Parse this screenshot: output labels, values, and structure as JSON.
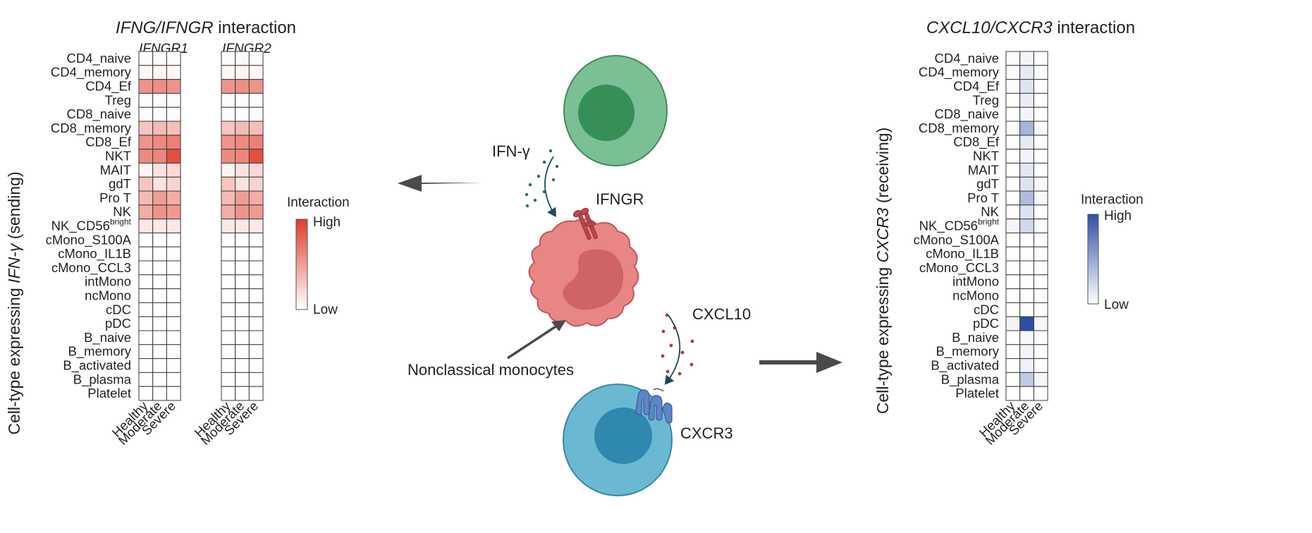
{
  "left": {
    "title_genes": "IFNG/IFNGR",
    "title_suffix": " interaction",
    "panel_labels": [
      "IFNGR1",
      "IFNGR2"
    ],
    "ylabel_pre": "Cell-type expressing ",
    "ylabel_gene": "IFN-γ",
    "ylabel_post": " (sending)",
    "legend_title": "Interaction",
    "legend_high": "High",
    "legend_low": "Low",
    "colors": {
      "low": "#ffffff",
      "high": "#e03c2b"
    }
  },
  "right": {
    "title_genes": "CXCL10/CXCR3",
    "title_suffix": " interaction",
    "ylabel_pre": "Cell-type expressing ",
    "ylabel_gene": "CXCR3",
    "ylabel_post": " (receiving)",
    "legend_title": "Interaction",
    "legend_high": "High",
    "legend_low": "Low",
    "colors": {
      "low": "#ffffff",
      "high": "#2f4ea8"
    }
  },
  "cell_types": [
    "CD4_naive",
    "CD4_memory",
    "CD4_Ef",
    "Treg",
    "CD8_naive",
    "CD8_memory",
    "CD8_Ef",
    "NKT",
    "MAIT",
    "gdT",
    "Pro T",
    "NK",
    "NK_CD56",
    "cMono_S100A",
    "cMono_IL1B",
    "cMono_CCL3",
    "intMono",
    "ncMono",
    "cDC",
    "pDC",
    "B_naive",
    "B_memory",
    "B_activated",
    "B_plasma",
    "Platelet"
  ],
  "superscript": {
    "row": 12,
    "text": "bright"
  },
  "conditions": [
    "Healthy",
    "Moderate",
    "Severe"
  ],
  "diagram": {
    "ifng": "IFN-γ",
    "ifngr": "IFNGR",
    "cxcl10": "CXCL10",
    "cxcr3": "CXCR3",
    "monocytes": "Nonclassical monocytes"
  },
  "chart_data": [
    {
      "type": "heatmap",
      "title": "IFNG/IFNGR interaction",
      "panel": "IFNGR1",
      "ylabel": "Cell-type expressing IFN-γ (sending)",
      "rows": [
        "CD4_naive",
        "CD4_memory",
        "CD4_Ef",
        "Treg",
        "CD8_naive",
        "CD8_memory",
        "CD8_Ef",
        "NKT",
        "MAIT",
        "gdT",
        "Pro T",
        "NK",
        "NK_CD56bright",
        "cMono_S100A",
        "cMono_IL1B",
        "cMono_CCL3",
        "intMono",
        "ncMono",
        "cDC",
        "pDC",
        "B_naive",
        "B_memory",
        "B_activated",
        "B_plasma",
        "Platelet"
      ],
      "columns": [
        "Healthy",
        "Moderate",
        "Severe"
      ],
      "scale": "relative, 0 (Low) to 1 (High)",
      "values": [
        [
          0.02,
          0.03,
          0.02
        ],
        [
          0.04,
          0.05,
          0.04
        ],
        [
          0.55,
          0.58,
          0.55
        ],
        [
          0.02,
          0.02,
          0.02
        ],
        [
          0.02,
          0.02,
          0.02
        ],
        [
          0.3,
          0.35,
          0.33
        ],
        [
          0.55,
          0.6,
          0.65
        ],
        [
          0.6,
          0.62,
          0.9
        ],
        [
          0.06,
          0.15,
          0.2
        ],
        [
          0.3,
          0.15,
          0.22
        ],
        [
          0.35,
          0.5,
          0.42
        ],
        [
          0.42,
          0.55,
          0.52
        ],
        [
          0.12,
          0.12,
          0.12
        ],
        [
          0,
          0,
          0
        ],
        [
          0,
          0,
          0
        ],
        [
          0,
          0,
          0
        ],
        [
          0,
          0,
          0
        ],
        [
          0,
          0,
          0
        ],
        [
          0,
          0,
          0
        ],
        [
          0,
          0,
          0
        ],
        [
          0,
          0,
          0
        ],
        [
          0,
          0,
          0
        ],
        [
          0,
          0,
          0
        ],
        [
          0,
          0,
          0
        ],
        [
          0,
          0,
          0
        ]
      ]
    },
    {
      "type": "heatmap",
      "title": "IFNG/IFNGR interaction",
      "panel": "IFNGR2",
      "ylabel": "Cell-type expressing IFN-γ (sending)",
      "rows": [
        "CD4_naive",
        "CD4_memory",
        "CD4_Ef",
        "Treg",
        "CD8_naive",
        "CD8_memory",
        "CD8_Ef",
        "NKT",
        "MAIT",
        "gdT",
        "Pro T",
        "NK",
        "NK_CD56bright",
        "cMono_S100A",
        "cMono_IL1B",
        "cMono_CCL3",
        "intMono",
        "ncMono",
        "cDC",
        "pDC",
        "B_naive",
        "B_memory",
        "B_activated",
        "B_plasma",
        "Platelet"
      ],
      "columns": [
        "Healthy",
        "Moderate",
        "Severe"
      ],
      "scale": "relative, 0 (Low) to 1 (High)",
      "values": [
        [
          0.02,
          0.03,
          0.02
        ],
        [
          0.04,
          0.05,
          0.04
        ],
        [
          0.55,
          0.58,
          0.55
        ],
        [
          0.02,
          0.02,
          0.02
        ],
        [
          0.02,
          0.02,
          0.02
        ],
        [
          0.3,
          0.35,
          0.33
        ],
        [
          0.55,
          0.6,
          0.65
        ],
        [
          0.6,
          0.62,
          0.9
        ],
        [
          0.06,
          0.15,
          0.2
        ],
        [
          0.3,
          0.15,
          0.22
        ],
        [
          0.35,
          0.5,
          0.42
        ],
        [
          0.42,
          0.55,
          0.52
        ],
        [
          0.12,
          0.12,
          0.12
        ],
        [
          0,
          0,
          0
        ],
        [
          0,
          0,
          0
        ],
        [
          0,
          0,
          0
        ],
        [
          0,
          0,
          0
        ],
        [
          0,
          0,
          0
        ],
        [
          0,
          0,
          0
        ],
        [
          0,
          0,
          0
        ],
        [
          0,
          0,
          0
        ],
        [
          0,
          0,
          0
        ],
        [
          0,
          0,
          0
        ],
        [
          0,
          0,
          0
        ],
        [
          0,
          0,
          0
        ]
      ]
    },
    {
      "type": "heatmap",
      "title": "CXCL10/CXCR3 interaction",
      "ylabel": "Cell-type expressing CXCR3 (receiving)",
      "rows": [
        "CD4_naive",
        "CD4_memory",
        "CD4_Ef",
        "Treg",
        "CD8_naive",
        "CD8_memory",
        "CD8_Ef",
        "NKT",
        "MAIT",
        "gdT",
        "Pro T",
        "NK",
        "NK_CD56bright",
        "cMono_S100A",
        "cMono_IL1B",
        "cMono_CCL3",
        "intMono",
        "ncMono",
        "cDC",
        "pDC",
        "B_naive",
        "B_memory",
        "B_activated",
        "B_plasma",
        "Platelet"
      ],
      "columns": [
        "Healthy",
        "Moderate",
        "Severe"
      ],
      "scale": "relative, 0 (Low) to 1 (High)",
      "values": [
        [
          0.02,
          0.06,
          0
        ],
        [
          0.02,
          0.12,
          0
        ],
        [
          0.02,
          0.15,
          0
        ],
        [
          0,
          0.1,
          0
        ],
        [
          0,
          0.06,
          0
        ],
        [
          0.02,
          0.42,
          0.02
        ],
        [
          0,
          0.12,
          0
        ],
        [
          0,
          0.06,
          0
        ],
        [
          0,
          0.13,
          0
        ],
        [
          0,
          0.16,
          0.02
        ],
        [
          0,
          0.38,
          0.04
        ],
        [
          0,
          0.16,
          0
        ],
        [
          0.05,
          0.22,
          0.03
        ],
        [
          0,
          0,
          0
        ],
        [
          0,
          0,
          0
        ],
        [
          0,
          0,
          0
        ],
        [
          0,
          0,
          0
        ],
        [
          0,
          0,
          0
        ],
        [
          0,
          0,
          0
        ],
        [
          0.06,
          1.0,
          0.05
        ],
        [
          0,
          0.04,
          0
        ],
        [
          0,
          0.06,
          0
        ],
        [
          0,
          0.08,
          0
        ],
        [
          0,
          0.3,
          0.05
        ],
        [
          0,
          0,
          0
        ]
      ]
    }
  ]
}
